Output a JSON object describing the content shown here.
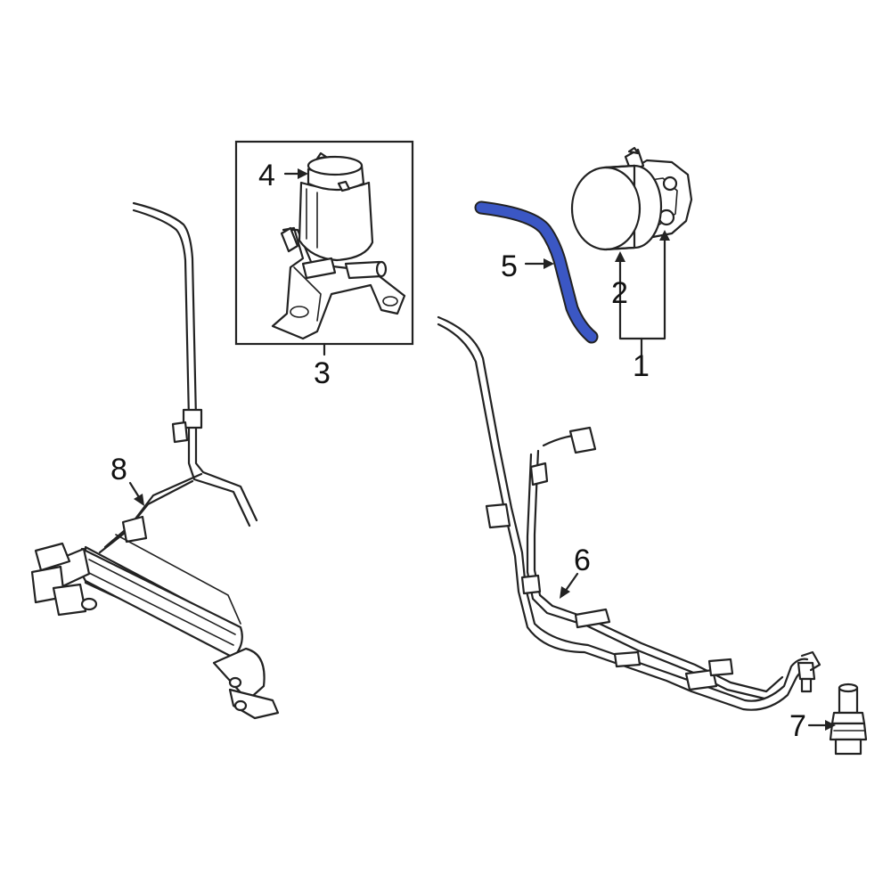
{
  "diagram": {
    "highlight_color": "#3b57c4",
    "line_color": "#222222",
    "background": "#ffffff",
    "callouts": {
      "c1": "1",
      "c2": "2",
      "c3": "3",
      "c4": "4",
      "c5": "5",
      "c6": "6",
      "c7": "7",
      "c8": "8"
    }
  }
}
